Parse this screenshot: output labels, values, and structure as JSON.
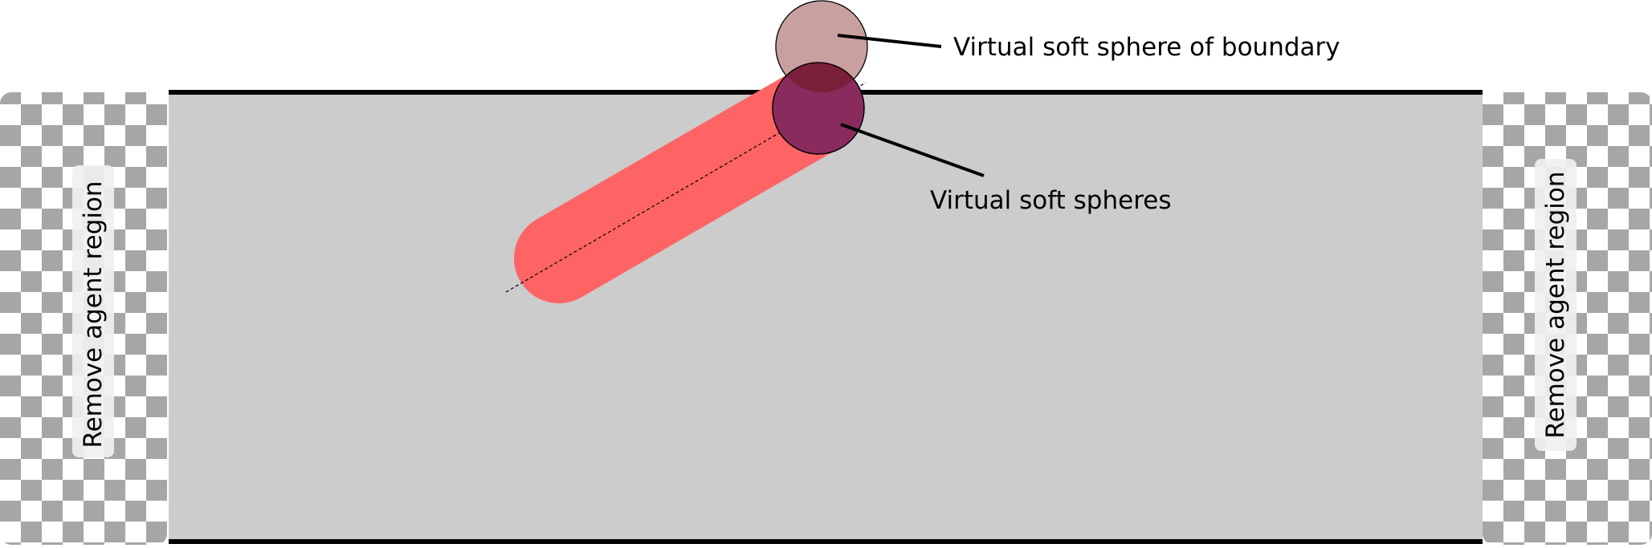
{
  "labels": {
    "boundary_sphere": "Virtual soft sphere of boundary",
    "soft_spheres": "Virtual soft spheres",
    "remove_left": "Remove agent region",
    "remove_right": "Remove agent region"
  },
  "colors": {
    "channel_fill": "#cccccc",
    "wall": "#000000",
    "checker_dark": "#a6a6a6",
    "checker_light": "#ffffff",
    "agent": "#ff6464",
    "boundary_sphere": "#c8a0a0",
    "soft_sphere": "#8a2b5d",
    "overlap": "#7a1f3a",
    "label_pad": "#f0f0f0"
  },
  "icons": {
    "agent": "rod-agent-shape",
    "sphere": "circle-shape",
    "remove_region": "checkerboard-pattern"
  }
}
